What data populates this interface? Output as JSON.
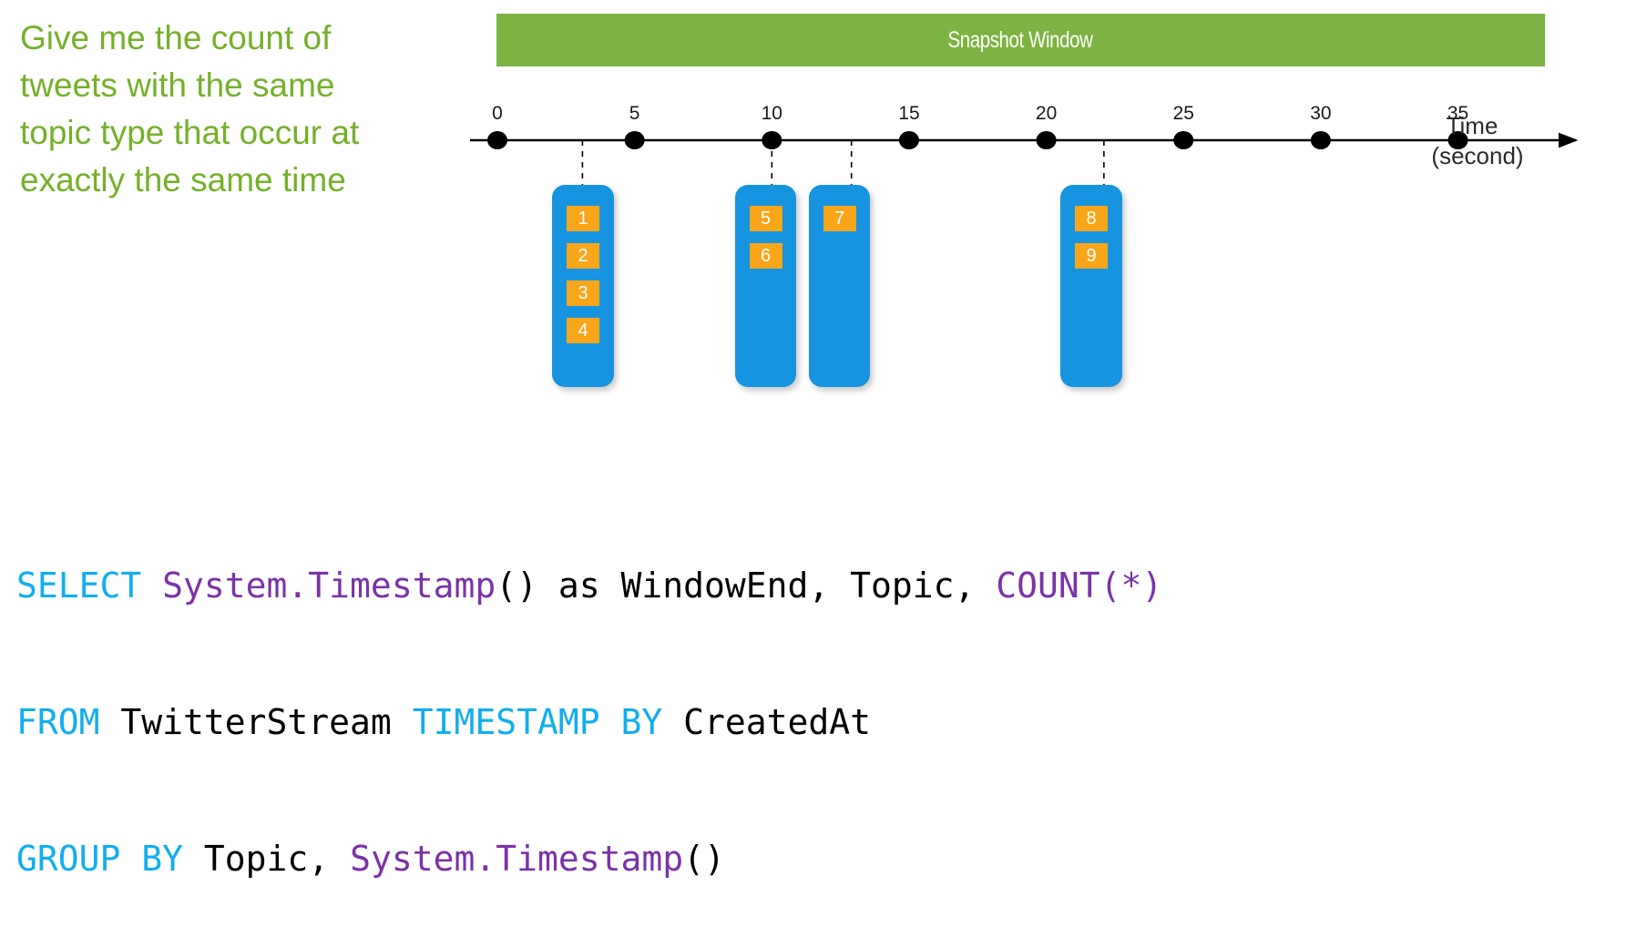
{
  "question": {
    "text": "Give me the count of tweets with the same topic type that occur at exactly the same time",
    "color": "#76B02A"
  },
  "snapshot_window": {
    "label": "Snapshot Window",
    "color": "#7CB342",
    "text_color": "#FFFFFF"
  },
  "timeline": {
    "axis_title_line1": "Time",
    "axis_title_line2": "(second)",
    "unit": "second",
    "ticks": [
      {
        "label": "0",
        "value": 0
      },
      {
        "label": "5",
        "value": 5
      },
      {
        "label": "10",
        "value": 10
      },
      {
        "label": "15",
        "value": 15
      },
      {
        "label": "20",
        "value": 20
      },
      {
        "label": "25",
        "value": 25
      },
      {
        "label": "30",
        "value": 30
      },
      {
        "label": "35",
        "value": 35
      }
    ],
    "dashed_markers": [
      3.1,
      12.9,
      22.1,
      10.0
    ],
    "dot_color": "#000000",
    "line_color": "#000000"
  },
  "event_groups": [
    {
      "name": "group-1",
      "box_color": "#1694E0",
      "chip_color": "#FAA61A",
      "events": [
        "1",
        "2",
        "3",
        "4"
      ]
    },
    {
      "name": "group-2",
      "box_color": "#1694E0",
      "chip_color": "#FAA61A",
      "events": [
        "5",
        "6"
      ]
    },
    {
      "name": "group-3",
      "box_color": "#1694E0",
      "chip_color": "#FAA61A",
      "events": [
        "7"
      ]
    },
    {
      "name": "group-4",
      "box_color": "#1694E0",
      "chip_color": "#FAA61A",
      "events": [
        "8",
        "9"
      ]
    }
  ],
  "sql": {
    "line1": [
      {
        "t": "SELECT ",
        "c": "kw"
      },
      {
        "t": "System.Timestamp",
        "c": "fn"
      },
      {
        "t": "() as WindowEnd, Topic, ",
        "c": "plain"
      },
      {
        "t": "COUNT(*)",
        "c": "fn"
      }
    ],
    "line2": [
      {
        "t": "FROM ",
        "c": "kw"
      },
      {
        "t": "TwitterStream ",
        "c": "plain"
      },
      {
        "t": "TIMESTAMP BY ",
        "c": "kw"
      },
      {
        "t": "CreatedAt",
        "c": "plain"
      }
    ],
    "line3": [
      {
        "t": "GROUP BY ",
        "c": "kw"
      },
      {
        "t": "Topic, ",
        "c": "plain"
      },
      {
        "t": "System.Timestamp",
        "c": "fn"
      },
      {
        "t": "()",
        "c": "plain"
      }
    ],
    "colors": {
      "keyword": "#11AEEE",
      "function": "#7B33A8",
      "plain": "#000000"
    },
    "full_text": "SELECT System.Timestamp() as WindowEnd, Topic, COUNT(*)\nFROM TwitterStream TIMESTAMP BY CreatedAt\nGROUP BY Topic, System.Timestamp()"
  }
}
